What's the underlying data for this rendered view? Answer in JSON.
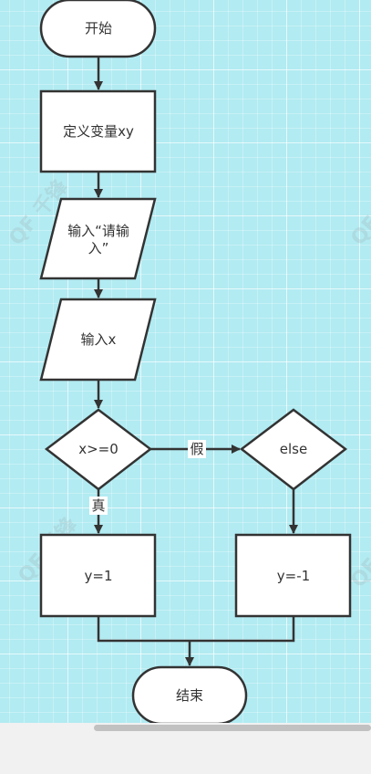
{
  "diagram": {
    "nodes": {
      "start": "开始",
      "define": "定义变量xy",
      "prompt_line1": "输入“请输",
      "prompt_line2": "入”",
      "input": "输入x",
      "condition": "x>=0",
      "else": "else",
      "assign_pos": "y=1",
      "assign_neg": "y=-1",
      "end": "结束"
    },
    "edge_labels": {
      "true": "真",
      "false": "假"
    }
  },
  "colors": {
    "canvas": "#b2ebf2",
    "node_fill": "#ffffff",
    "stroke": "#333333"
  }
}
